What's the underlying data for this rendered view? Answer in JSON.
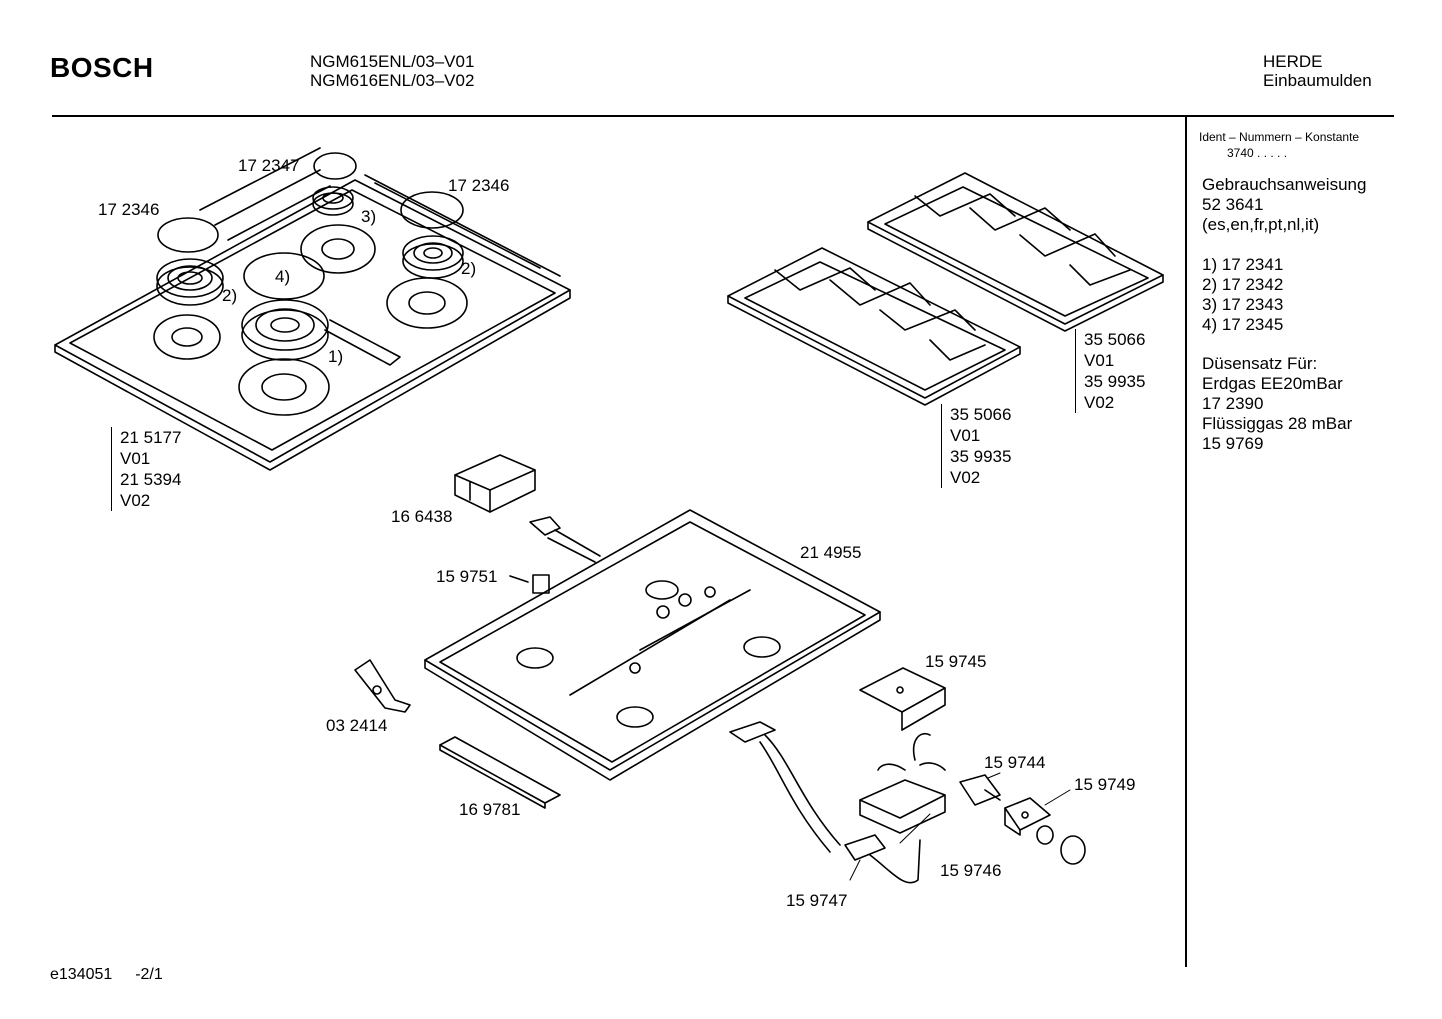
{
  "header": {
    "brand": "BOSCH",
    "models": [
      "NGM615ENL/03–V01",
      "NGM616ENL/03–V02"
    ],
    "category": [
      "HERDE",
      "Einbaumulden"
    ]
  },
  "sidebar": {
    "ident_label": "Ident – Nummern – Konstante",
    "ident_value": "3740  .  .   .  .  .",
    "manual": [
      "Gebrauchsanweisung",
      "52 3641",
      "(es,en,fr,pt,nl,it)"
    ],
    "burner_caps": [
      "1)  17 2341",
      "2)  17 2342",
      "3)  17 2343",
      "4)  17 2345"
    ],
    "nozzles": [
      "Düsensatz Für:",
      "Erdgas EE20mBar",
      "17 2390",
      "Flüssiggas 28 mBar",
      "15 9769"
    ]
  },
  "parts": {
    "cap_3": "17 2347",
    "cap_2_right": "17 2346",
    "cap_2_left": "17 2346",
    "mark_1": "1)",
    "mark_2a": "2)",
    "mark_2b": "2)",
    "mark_3": "3)",
    "mark_4": "4)",
    "hob_top": [
      "21 5177",
      "V01",
      "21 5394",
      "V02"
    ],
    "grate_large": [
      "35 5066",
      "V01",
      "35 9935",
      "V02"
    ],
    "grate_small": [
      "35 5066",
      "V01",
      "35 9935",
      "V02"
    ],
    "ignition_box": "16 6438",
    "cable_gland": "15 9751",
    "base_tray": "21 4955",
    "bracket": "03 2414",
    "strip": "16 9781",
    "cover": "15 9745",
    "switch": "15 9744",
    "holder": "15 9749",
    "control_unit": "15 9746",
    "gas_valve": "15 9747"
  },
  "footer": {
    "code": "e134051",
    "page": "-2/1"
  }
}
